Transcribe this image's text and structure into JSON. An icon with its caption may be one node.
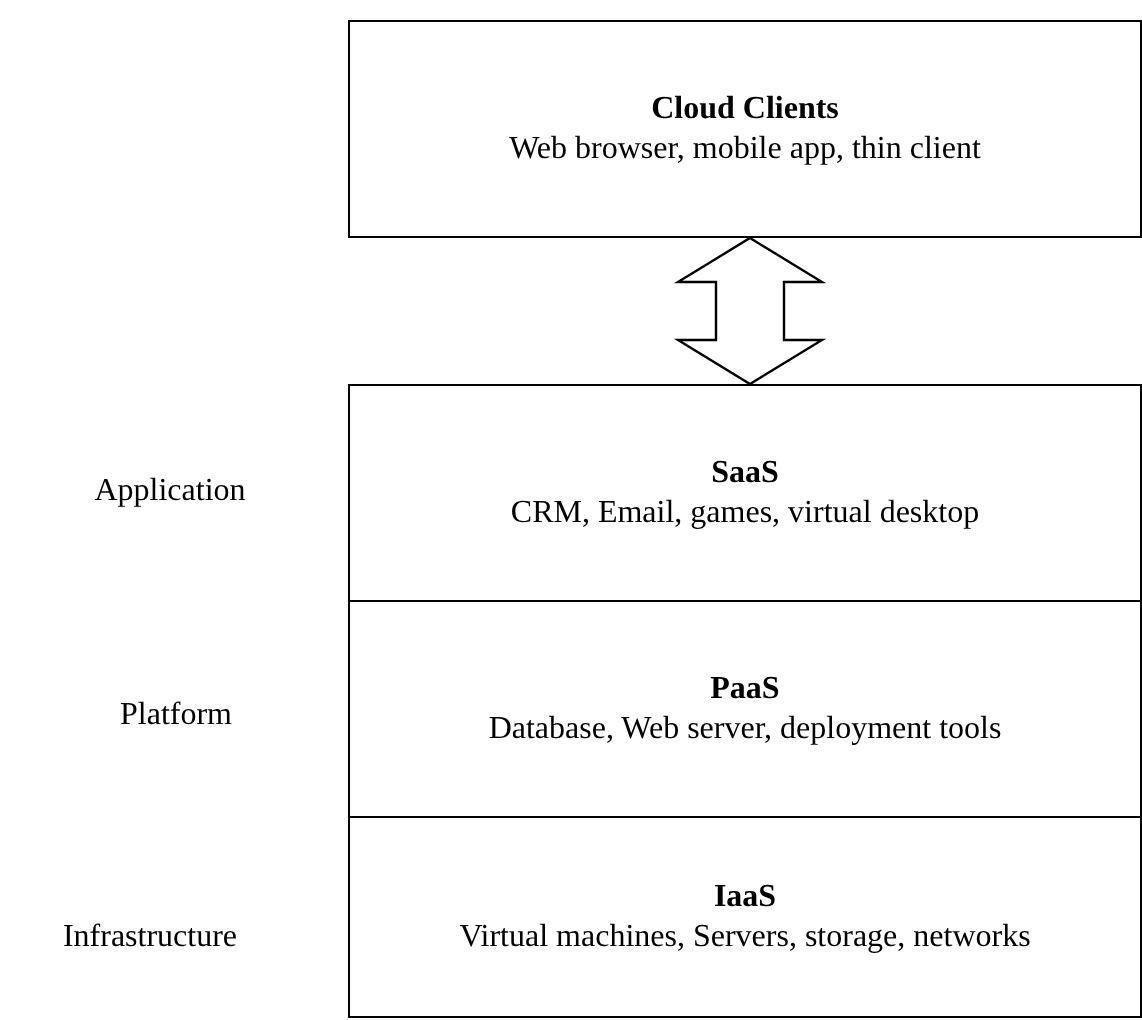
{
  "diagram": {
    "nodes": [
      {
        "text": [
          "Cloud Clients",
          "Web browser, mobile app, thin client"
        ]
      },
      {
        "text": [
          "SaaS",
          "CRM, Email, games, virtual desktop"
        ],
        "beside": [
          "Application"
        ]
      },
      {
        "text": [
          "PaaS",
          "Database, Web server, deployment tools"
        ],
        "beside": [
          "Platform"
        ]
      },
      {
        "text": [
          "IaaS",
          "Virtual machines, Servers, storage, networks"
        ],
        "beside": [
          "Infrastructure"
        ]
      }
    ],
    "edges": [
      {
        "from": 0,
        "to": 1,
        "arrow": "both"
      }
    ]
  }
}
